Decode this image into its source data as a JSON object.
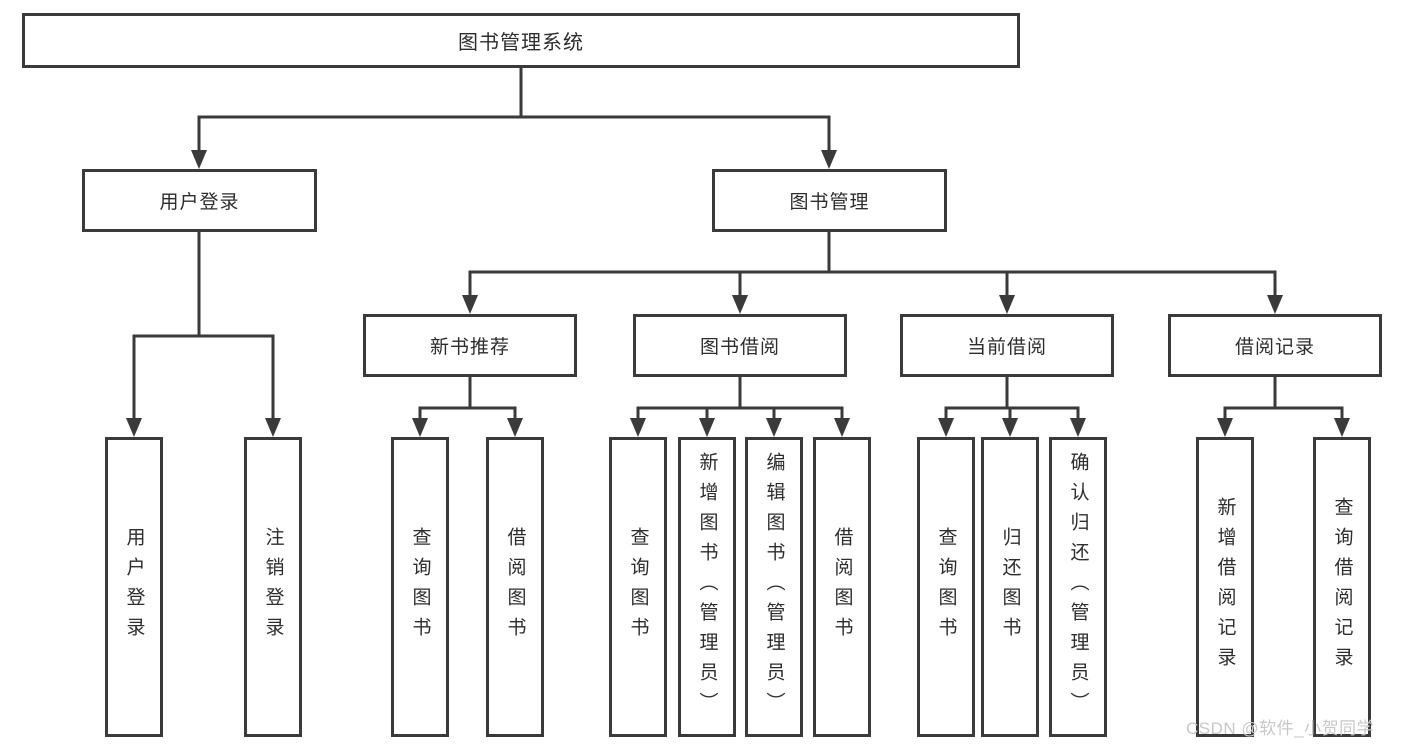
{
  "colors": {
    "line": "#3a3a3a",
    "text": "#2d2d2d",
    "watermark": "#c8c8c8"
  },
  "tree": {
    "root": "图书管理系统",
    "user_login": {
      "label": "用户登录",
      "children": [
        "用户登录",
        "注销登录"
      ]
    },
    "book_mgmt": {
      "label": "图书管理",
      "sections": [
        {
          "label": "新书推荐",
          "children": [
            "查询图书",
            "借阅图书"
          ]
        },
        {
          "label": "图书借阅",
          "children": [
            "查询图书",
            "新增图书（管理员）",
            "编辑图书（管理员）",
            "借阅图书"
          ]
        },
        {
          "label": "当前借阅",
          "children": [
            "查询图书",
            "归还图书",
            "确认归还（管理员）"
          ]
        },
        {
          "label": "借阅记录",
          "children": [
            "新增借阅记录",
            "查询借阅记录"
          ]
        }
      ]
    },
    "watermark": "CSDN @软件_小贺同学"
  }
}
